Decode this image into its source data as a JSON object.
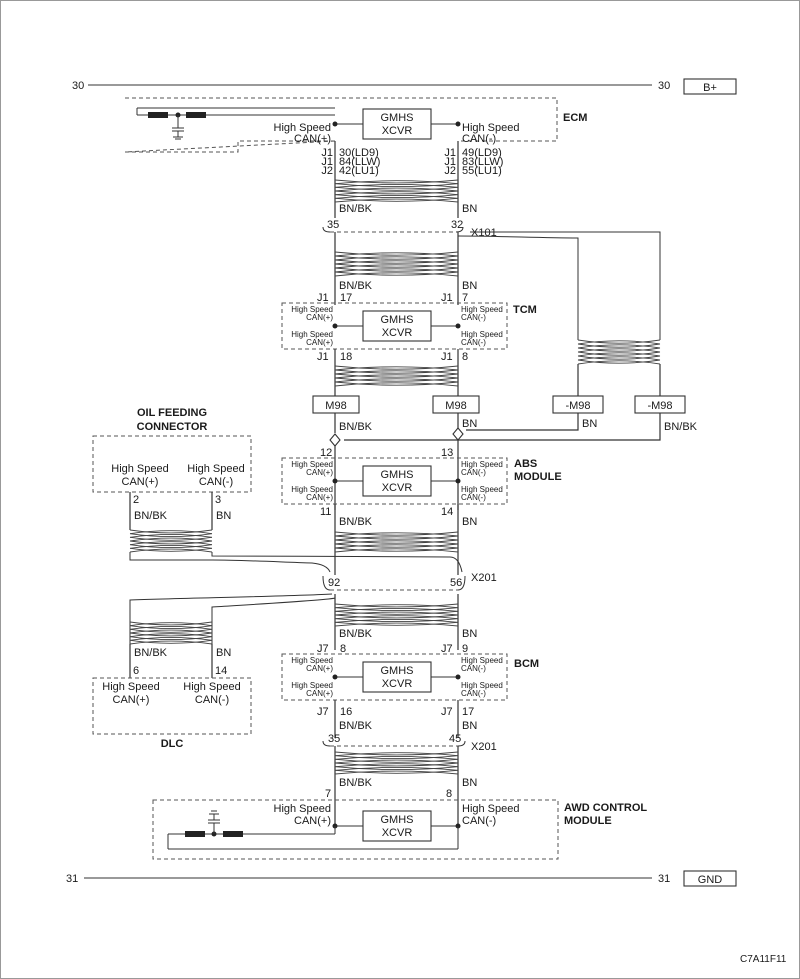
{
  "rails": {
    "top": {
      "num_left": "30",
      "num_right": "30",
      "label": "B+"
    },
    "bottom": {
      "num_left": "31",
      "num_right": "31",
      "label": "GND"
    }
  },
  "xcvr": {
    "line1": "GMHS",
    "line2": "XCVR"
  },
  "can": {
    "hs": "High Speed",
    "pos": "CAN(+)",
    "neg": "CAN(-)"
  },
  "wires": {
    "bnbk": "BN/BK",
    "bn": "BN"
  },
  "ecm": {
    "name": "ECM",
    "pins": [
      "J1",
      "J1",
      "J2"
    ],
    "pin_left": [
      "30(LD9)",
      "84(LLW)",
      "42(LU1)"
    ],
    "pin_right": [
      "49(LD9)",
      "83(LLW)",
      "55(LU1)"
    ]
  },
  "x101": {
    "name": "X101",
    "left": "35",
    "right": "32"
  },
  "tcm": {
    "name": "TCM",
    "j": "J1",
    "top_l": "17",
    "top_r": "7",
    "bot_l": "18",
    "bot_r": "8"
  },
  "m98": {
    "a": "M98",
    "b": "M98",
    "c": "-M98",
    "d": "-M98"
  },
  "abs": {
    "name1": "ABS",
    "name2": "MODULE",
    "top_l": "12",
    "top_r": "13",
    "bot_l": "11",
    "bot_r": "14"
  },
  "ofc": {
    "name1": "OIL FEEDING",
    "name2": "CONNECTOR",
    "pin_l": "2",
    "pin_r": "3"
  },
  "x201a": {
    "name": "X201",
    "left": "92",
    "right": "56"
  },
  "bcm": {
    "name": "BCM",
    "j": "J7",
    "top_l": "8",
    "top_r": "9",
    "bot_l": "16",
    "bot_r": "17"
  },
  "dlc": {
    "name": "DLC",
    "pin_l": "6",
    "pin_r": "14"
  },
  "x201b": {
    "name": "X201",
    "left": "35",
    "right": "45"
  },
  "awd": {
    "name1": "AWD CONTROL",
    "name2": "MODULE",
    "pin_l": "7",
    "pin_r": "8"
  },
  "footer_code": "C7A11F11"
}
